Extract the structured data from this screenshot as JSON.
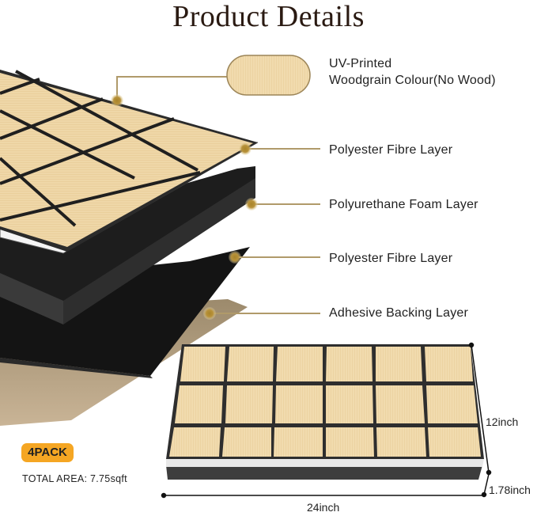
{
  "header": {
    "title": "Product Details"
  },
  "layers": [
    {
      "label_line1": "UV-Printed",
      "label_line2": "Woodgrain Colour(No Wood)"
    },
    {
      "label": "Polyester Fibre Layer"
    },
    {
      "label": "Polyurethane Foam Layer"
    },
    {
      "label": "Polyester Fibre Layer"
    },
    {
      "label": "Adhesive Backing Layer"
    }
  ],
  "package": {
    "badge": "4PACK",
    "total_area": "TOTAL AREA: 7.75sqft"
  },
  "dimensions": {
    "height": "12inch",
    "thickness": "1.78inch",
    "width": "24inch"
  },
  "colors": {
    "wood": "#efd7a8",
    "foam": "#1e1e1e",
    "backing": "#b39c7d",
    "leader": "#b09a6a",
    "badge": "#f5a623"
  }
}
